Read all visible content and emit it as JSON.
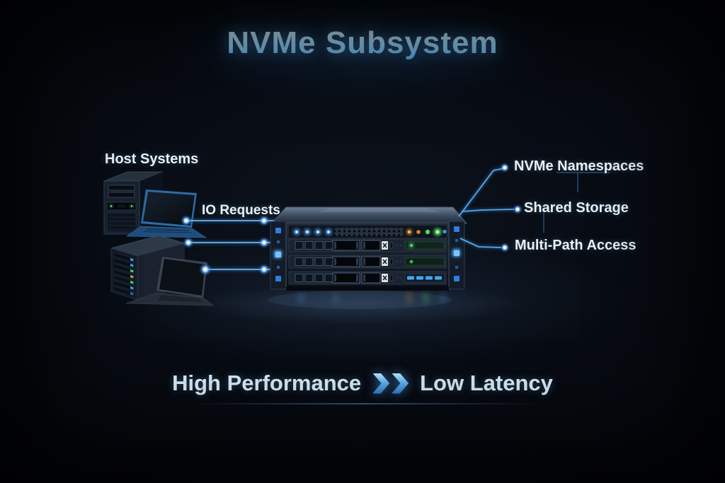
{
  "title": "NVMe Subsystem",
  "host": {
    "label": "Host Systems",
    "io_label": "IO Requests"
  },
  "features": [
    {
      "label": "NVMe Namespaces"
    },
    {
      "label": "Shared Storage"
    },
    {
      "label": "Multi-Path Access"
    }
  ],
  "banner": {
    "left": "High Performance",
    "right": "Low Latency",
    "chevron_icon": "double-chevron"
  },
  "colors": {
    "background": "#05070c",
    "accent_blue": "#4f9fe6",
    "glow_blue": "#7cc4ff",
    "title_gradient_top": "#e2f5ff",
    "title_gradient_bottom": "#4ea6e4",
    "label_text": "#e9f1f8",
    "banner_text": "#d8eaf8",
    "led_green": "#46d86a",
    "led_amber": "#e89b2e",
    "led_blue": "#3f97ef"
  }
}
